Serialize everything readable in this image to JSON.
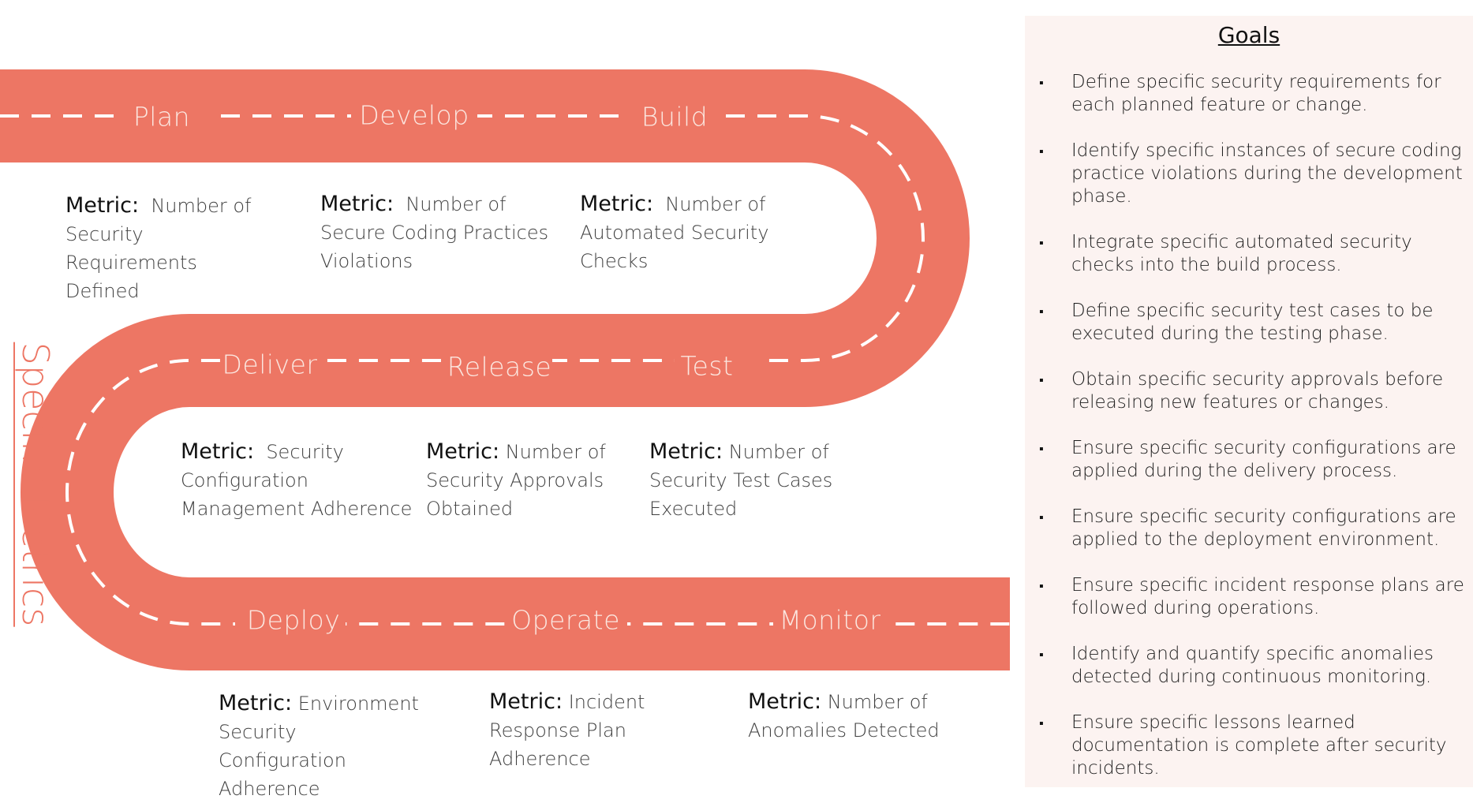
{
  "side_title": "Specific Metrics",
  "metric_key": "Metric:",
  "stages": {
    "plan": "Plan",
    "develop": "Develop",
    "build": "Build",
    "deliver": "Deliver",
    "release": "Release",
    "test": "Test",
    "deploy": "Deploy",
    "operate": "Operate",
    "monitor": "Monitor"
  },
  "metrics": {
    "plan": "Number of Security Requirements Defined",
    "develop": "Number of Secure Coding Practices Violations",
    "build": "Number of Automated Security Checks",
    "deliver": "Security Configuration Management Adherence",
    "release": "Number of Security Approvals Obtained",
    "test": "Number of Security Test Cases Executed",
    "deploy": "Environment Security Configuration Adherence",
    "operate": "Incident Response Plan Adherence",
    "monitor": "Number of Anomalies Detected"
  },
  "goals": {
    "title": "Goals",
    "bullet": "▪",
    "items": [
      "Define specific security requirements for each planned feature or change.",
      "Identify specific instances of secure coding practice violations during the development phase.",
      "Integrate specific automated security checks into the build process.",
      "Define specific security test cases to be executed during the testing phase.",
      "Obtain specific security approvals before releasing new features or changes.",
      "Ensure specific security configurations are applied during the delivery process.",
      "Ensure specific security configurations are applied to the deployment environment.",
      "Ensure specific incident response plans are followed during operations.",
      "Identify and quantify specific anomalies detected during continuous monitoring.",
      "Ensure specific lessons learned documentation is complete after security incidents."
    ]
  },
  "colors": {
    "road": "#ed7664",
    "stage_text": "#fbe6df",
    "goals_bg": "#fcf3f1"
  }
}
